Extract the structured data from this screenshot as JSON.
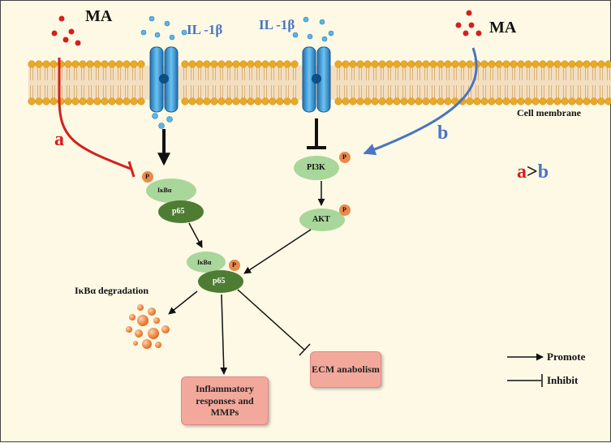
{
  "labels": {
    "ma_left": "MA",
    "ma_right": "MA",
    "il1b_left": "IL -1β",
    "il1b_right": "IL -1β",
    "cell_membrane": "Cell membrane",
    "path_a": "a",
    "path_b": "b",
    "compare_a": "a",
    "compare_gt": ">",
    "compare_b": "b",
    "ikba_top": "IκBα",
    "p65_top": "p65",
    "ikba_mid": "IκBα",
    "p65_mid": "p65",
    "pi3k": "PI3K",
    "akt": "AKT",
    "phospho": "P",
    "ikba_degradation": "IκBα degradation",
    "inflammatory": "Inflammatory responses and MMPs",
    "ecm": "ECM anabolism"
  },
  "legend": {
    "promote": "Promote",
    "inhibit": "Inhibit"
  },
  "colors": {
    "background": "#fdf9e5",
    "membrane_head": "#e9a825",
    "channel": "#3d9fd8",
    "ma_dot": "#d42020",
    "il_dot": "#5ab6e6",
    "path_a": "#d42020",
    "path_b": "#4a74c4",
    "light_green": "#a9d69a",
    "dark_green": "#4e7c32",
    "phospho": "#ea8a4a",
    "box": "#f2a99b"
  }
}
